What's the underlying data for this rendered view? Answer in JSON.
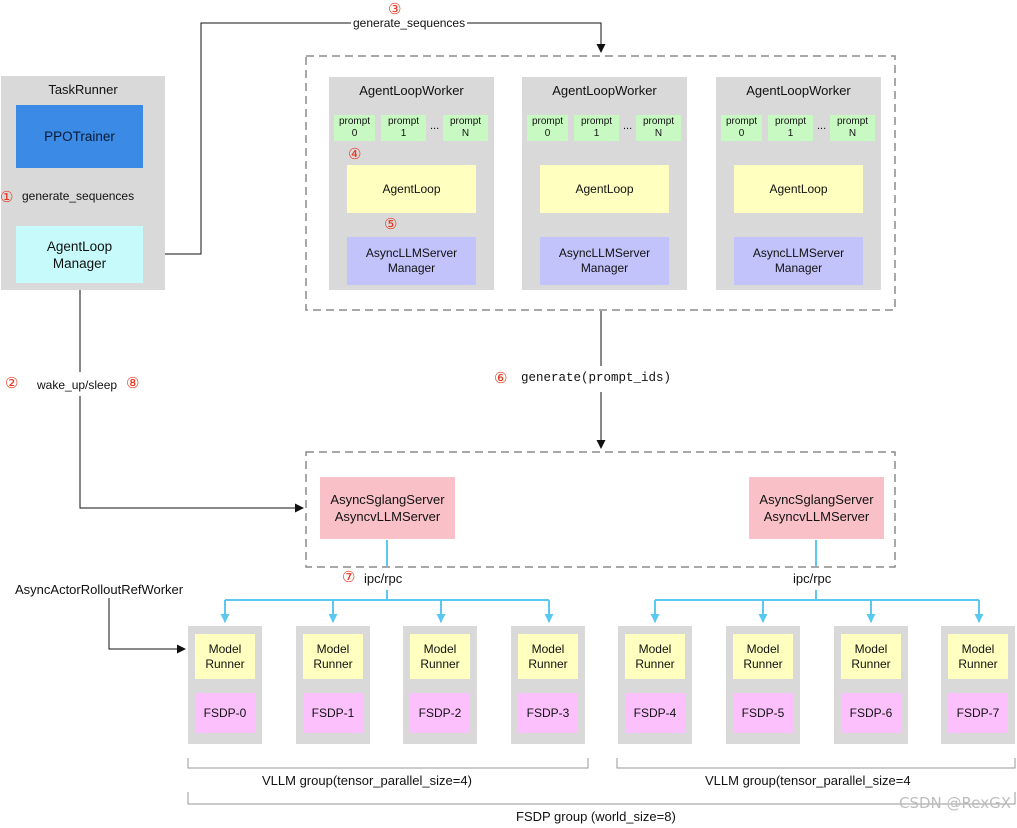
{
  "task_runner": {
    "title": "TaskRunner",
    "trainer": "PPOTrainer",
    "call": "generate_sequences",
    "manager": "AgentLoop\nManager"
  },
  "steps": {
    "s1": "①",
    "s2": "②",
    "s3": "③",
    "s4": "④",
    "s5": "⑤",
    "s6": "⑥",
    "s7": "⑦",
    "s8": "⑧"
  },
  "edges": {
    "top_call": "generate_sequences",
    "wake": "wake_up/sleep",
    "generate": "generate(prompt_ids)",
    "ipc": "ipc/rpc",
    "ref_worker": "AsyncActorRolloutRefWorker"
  },
  "agent_workers": [
    {
      "title": "AgentLoopWorker",
      "prompts": [
        "prompt\n0",
        "prompt\n1",
        "prompt\nN"
      ],
      "dots": "...",
      "loop": "AgentLoop",
      "server_manager": "AsyncLLMServer\nManager"
    },
    {
      "title": "AgentLoopWorker",
      "prompts": [
        "prompt\n0",
        "prompt\n1",
        "prompt\nN"
      ],
      "dots": "...",
      "loop": "AgentLoop",
      "server_manager": "AsyncLLMServer\nManager"
    },
    {
      "title": "AgentLoopWorker",
      "prompts": [
        "prompt\n0",
        "prompt\n1",
        "prompt\nN"
      ],
      "dots": "...",
      "loop": "AgentLoop",
      "server_manager": "AsyncLLMServer\nManager"
    }
  ],
  "servers": [
    "AsyncSglangServer\nAsyncvLLMServer",
    "AsyncSglangServer\nAsyncvLLMServer"
  ],
  "runners": [
    {
      "model": "Model\nRunner",
      "fsdp": "FSDP-0"
    },
    {
      "model": "Model\nRunner",
      "fsdp": "FSDP-1"
    },
    {
      "model": "Model\nRunner",
      "fsdp": "FSDP-2"
    },
    {
      "model": "Model\nRunner",
      "fsdp": "FSDP-3"
    },
    {
      "model": "Model\nRunner",
      "fsdp": "FSDP-4"
    },
    {
      "model": "Model\nRunner",
      "fsdp": "FSDP-5"
    },
    {
      "model": "Model\nRunner",
      "fsdp": "FSDP-6"
    },
    {
      "model": "Model\nRunner",
      "fsdp": "FSDP-7"
    }
  ],
  "groups": {
    "vllm_left": "VLLM group(tensor_parallel_size=4)",
    "vllm_right": "VLLM group(tensor_parallel_size=4",
    "fsdp": "FSDP group (world_size=8)"
  },
  "watermark": "CSDN @RexGX",
  "colors": {
    "trainer": "#3b8ae6",
    "manager": "#c7fbfb",
    "agent_loop": "#ffffbf",
    "server_manager": "#c3c3fb",
    "server": "#f9c1c7",
    "model_runner": "#ffffbf",
    "fsdp": "#fcc1fc",
    "prompt": "#c9f9c3",
    "panel": "#d9d9d9",
    "ipc_arrow": "#5bc8f0",
    "step_marker": "#e8341c"
  }
}
